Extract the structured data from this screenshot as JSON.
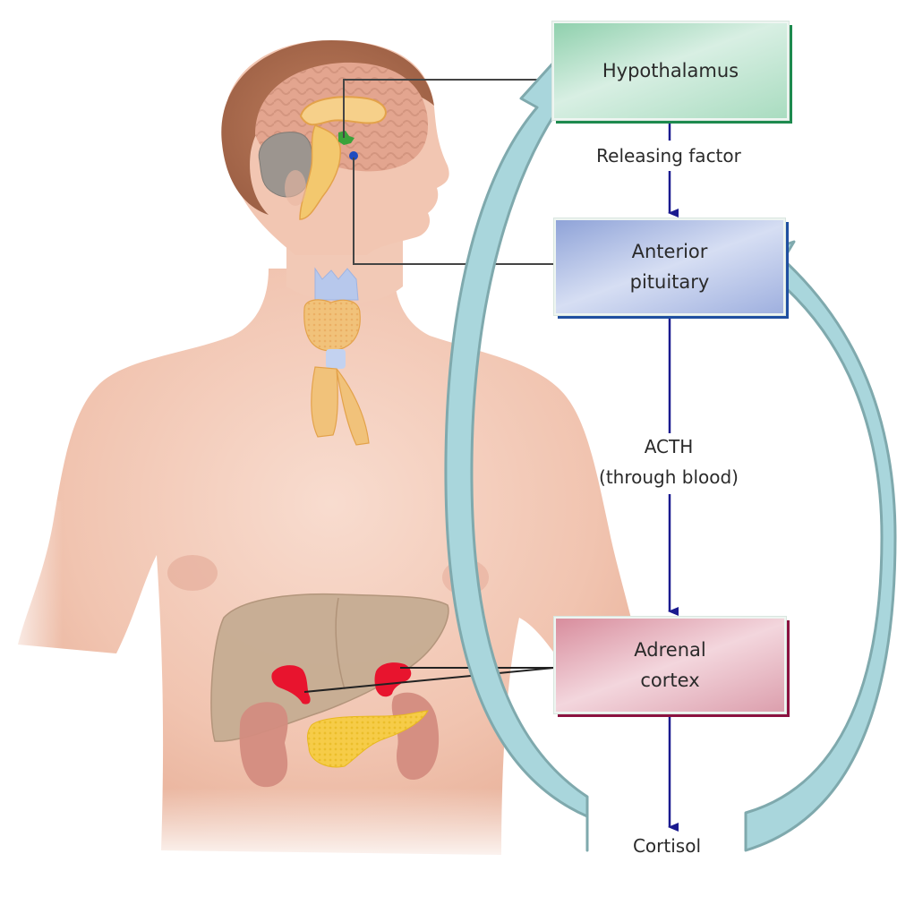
{
  "title": "Hypothalamic-pituitary-adrenal axis",
  "nodes": {
    "hypothalamus": {
      "label": "Hypothalamus",
      "color": "#1d8a4e"
    },
    "anterior_pituitary": {
      "line1": "Anterior",
      "line2": "pituitary",
      "color": "#1f4fa0"
    },
    "adrenal_cortex": {
      "line1": "Adrenal",
      "line2": "cortex",
      "color": "#8b1240"
    }
  },
  "edges": {
    "releasing_factor": "Releasing factor",
    "acth_line1": "ACTH",
    "acth_line2": "(through blood)",
    "cortisol": "Cortisol"
  },
  "colors": {
    "flow_arrow": "#1a1a8f",
    "feedback_arrow_fill": "#a9d6dc",
    "feedback_arrow_stroke": "#7fa9ad",
    "skin": "#f2c9b6",
    "adrenal_gland": "#e8142e",
    "hypothalamus_marker": "#3aa33a",
    "pituitary_marker": "#1e4bc0"
  }
}
